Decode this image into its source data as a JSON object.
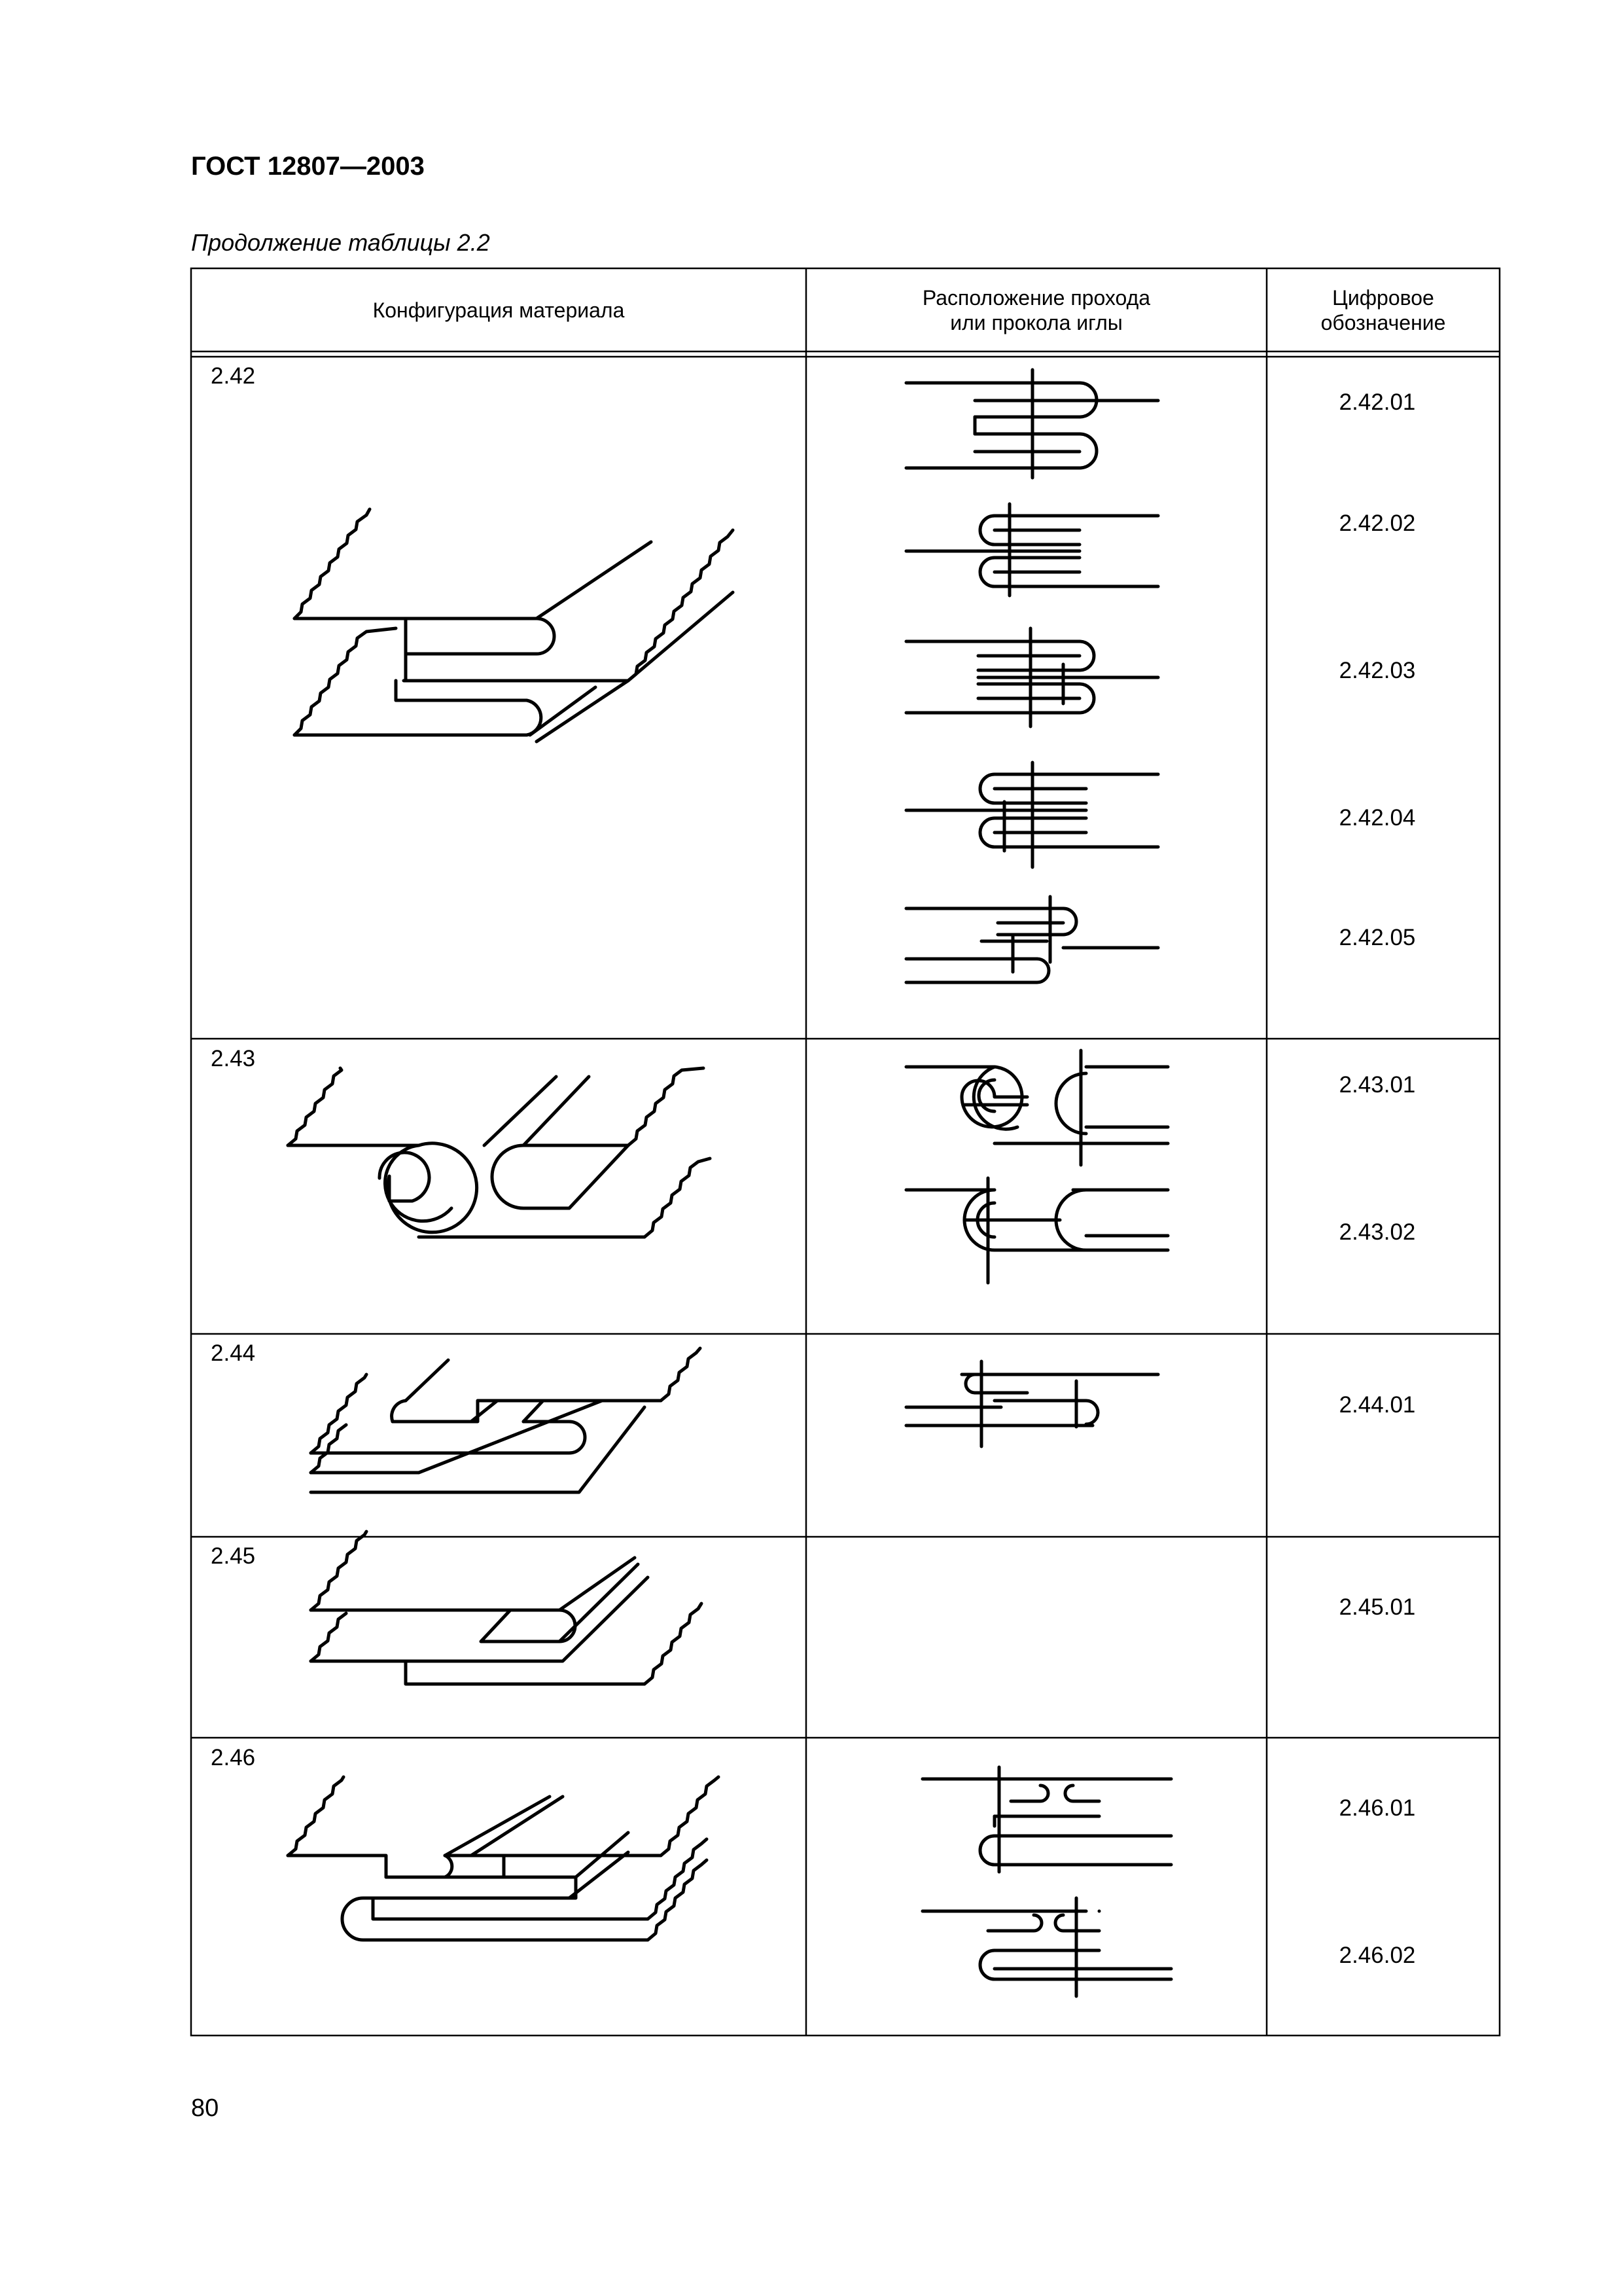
{
  "document": {
    "header": "ГОСТ 12807—2003",
    "caption": "Продолжение таблицы 2.2",
    "page_number": "80"
  },
  "table": {
    "columns": [
      "Конфигурация материала",
      [
        "Расположение прохода",
        "или прокола иглы"
      ],
      [
        "Цифровое",
        "обозначение"
      ]
    ],
    "rows": [
      {
        "number": "2.42",
        "codes": [
          "2.42.01",
          "2.42.02",
          "2.42.03",
          "2.42.04",
          "2.42.05"
        ]
      },
      {
        "number": "2.43",
        "codes": [
          "2.43.01",
          "2.43.02"
        ]
      },
      {
        "number": "2.44",
        "codes": [
          "2.44.01"
        ]
      },
      {
        "number": "2.45",
        "codes": [
          "2.45.01"
        ]
      },
      {
        "number": "2.46",
        "codes": [
          "2.46.01",
          "2.46.02"
        ]
      }
    ]
  }
}
